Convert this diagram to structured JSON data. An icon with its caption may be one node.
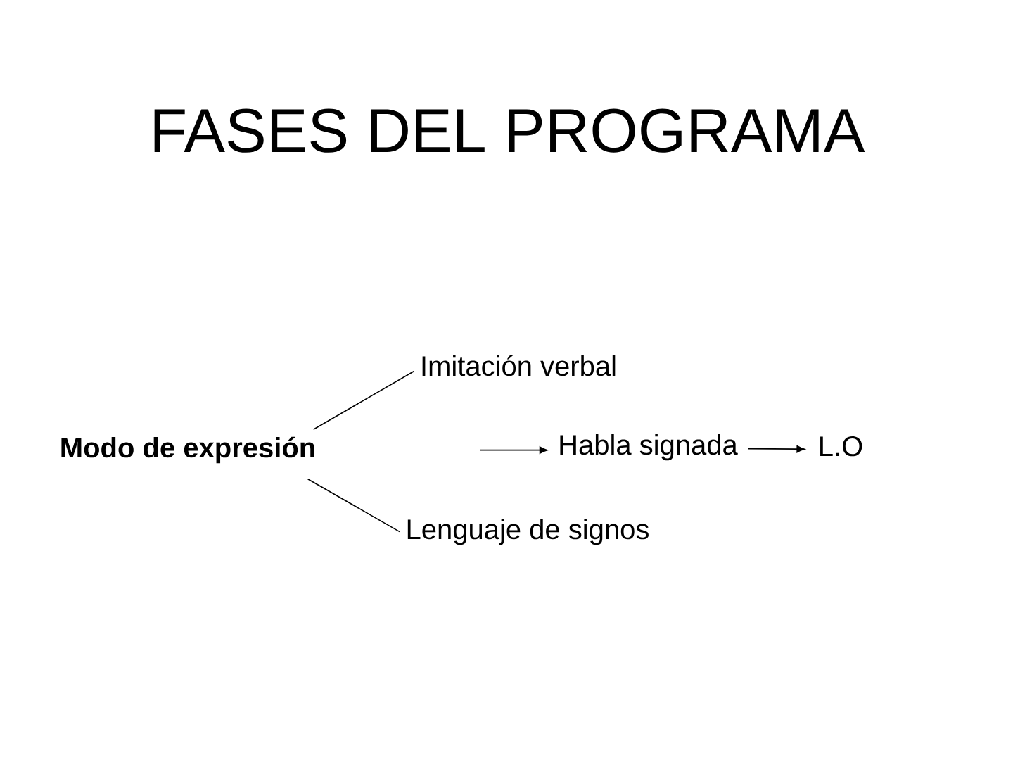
{
  "diagram": {
    "title": "FASES DEL PROGRAMA",
    "nodes": [
      {
        "text": [
          "Modo de expresión"
        ]
      },
      {
        "text": [
          "Imitación verbal"
        ]
      },
      {
        "text": [
          "Lenguaje de signos"
        ]
      },
      {
        "text": [
          "Habla signada"
        ]
      },
      {
        "text": [
          "L.O"
        ]
      }
    ],
    "edges": [
      {
        "from": 0,
        "to": 1,
        "arrow": "none"
      },
      {
        "from": 0,
        "to": 2,
        "arrow": "none"
      },
      {
        "from": null,
        "to": 3,
        "arrow": "to"
      },
      {
        "from": 3,
        "to": 4,
        "arrow": "to"
      }
    ]
  }
}
